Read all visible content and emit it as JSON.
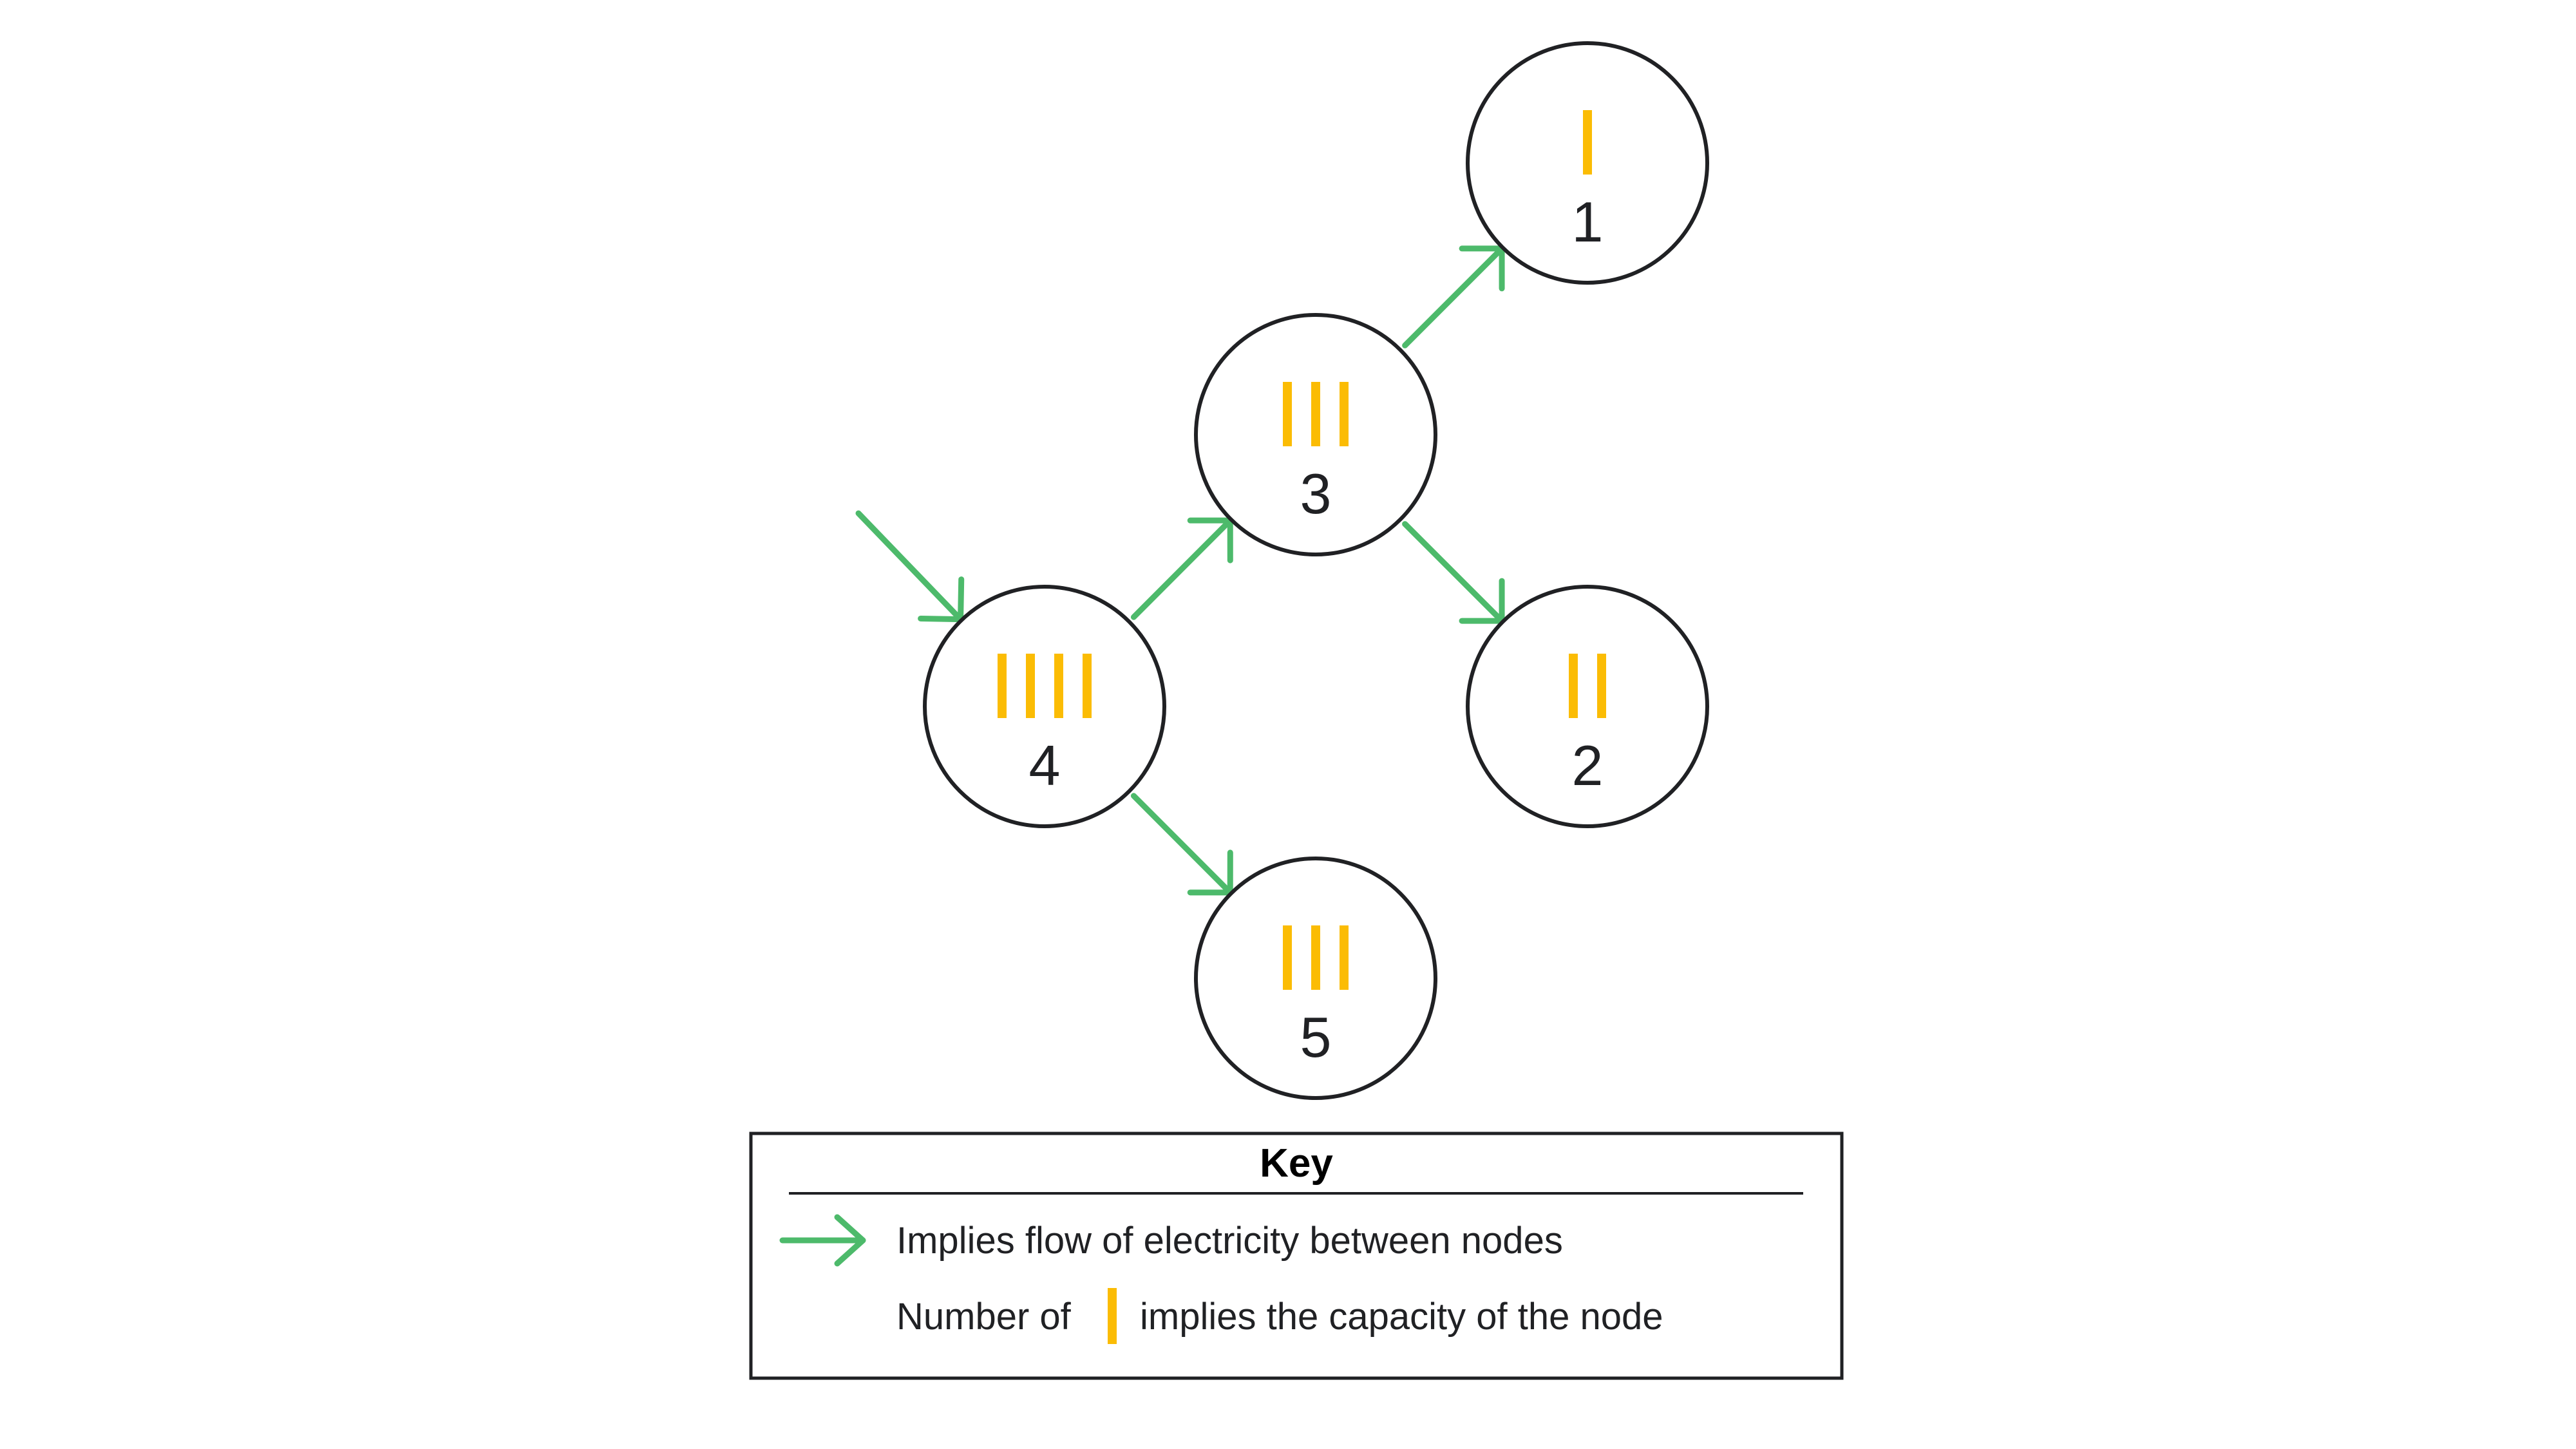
{
  "colors": {
    "edge": "#4dba6b",
    "capacity": "#fbbc04",
    "outline": "#202124",
    "background": "#ffffff"
  },
  "nodes": [
    {
      "id": "1",
      "label": "1",
      "capacity": 1
    },
    {
      "id": "2",
      "label": "2",
      "capacity": 2
    },
    {
      "id": "3",
      "label": "3",
      "capacity": 3
    },
    {
      "id": "4",
      "label": "4",
      "capacity": 4
    },
    {
      "id": "5",
      "label": "5",
      "capacity": 3
    }
  ],
  "edges": [
    {
      "from": null,
      "to": "4"
    },
    {
      "from": "4",
      "to": "3"
    },
    {
      "from": "4",
      "to": "5"
    },
    {
      "from": "3",
      "to": "1"
    },
    {
      "from": "3",
      "to": "2"
    }
  ],
  "key": {
    "title": "Key",
    "flow_text": "Implies flow of electricity between nodes",
    "capacity_prefix": "Number of",
    "capacity_suffix": "implies the capacity of the node"
  }
}
